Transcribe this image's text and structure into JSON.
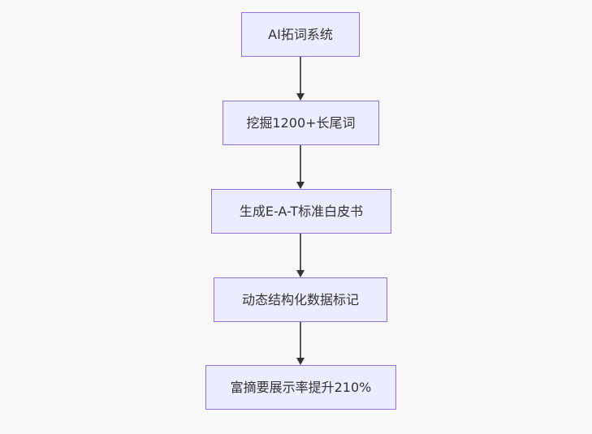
{
  "diagram": {
    "type": "flowchart",
    "direction": "top-down",
    "nodes": [
      {
        "id": "n1",
        "label": "AI拓词系统"
      },
      {
        "id": "n2",
        "label": "挖掘1200+长尾词"
      },
      {
        "id": "n3",
        "label": "生成E-A-T标准白皮书"
      },
      {
        "id": "n4",
        "label": "动态结构化数据标记"
      },
      {
        "id": "n5",
        "label": "富摘要展示率提升210%"
      }
    ],
    "edges": [
      {
        "from": "n1",
        "to": "n2"
      },
      {
        "from": "n2",
        "to": "n3"
      },
      {
        "from": "n3",
        "to": "n4"
      },
      {
        "from": "n4",
        "to": "n5"
      }
    ],
    "colors": {
      "background": "#f8f8f8",
      "node_fill": "#ececff",
      "node_border": "#9370db",
      "text": "#333333",
      "edge_line": "#555555",
      "edge_head": "#333333"
    }
  }
}
